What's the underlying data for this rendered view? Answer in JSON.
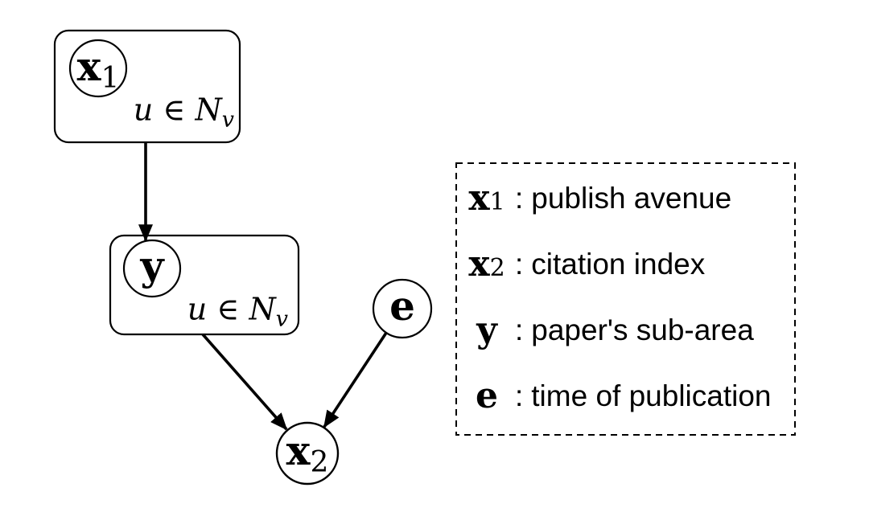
{
  "colors": {
    "line": "#000000",
    "text": "#000000",
    "background": "#ffffff"
  },
  "nodes": {
    "x1": {
      "base": "x",
      "sub": "1"
    },
    "y": {
      "base": "y",
      "sub": ""
    },
    "e": {
      "base": "e",
      "sub": ""
    },
    "x2": {
      "base": "x",
      "sub": "2"
    }
  },
  "plates": {
    "top": {
      "expr": "u ∈ N",
      "sub": "v"
    },
    "middle": {
      "expr": "u ∈ N",
      "sub": "v"
    }
  },
  "legend": {
    "items": [
      {
        "sym": "x",
        "sym_sub": "1",
        "colon": ":",
        "desc": "publish avenue"
      },
      {
        "sym": "x",
        "sym_sub": "2",
        "colon": ":",
        "desc": "citation index"
      },
      {
        "sym": "y",
        "sym_sub": "",
        "colon": ":",
        "desc": "paper's sub-area"
      },
      {
        "sym": "e",
        "sym_sub": "",
        "colon": ":",
        "desc": "time of publication"
      }
    ]
  }
}
